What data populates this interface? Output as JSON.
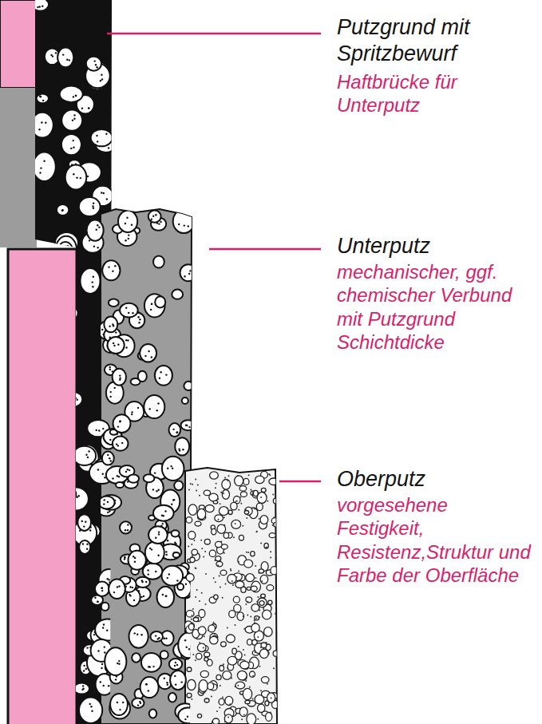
{
  "diagram": {
    "labels": [
      "Putzgrund mit Spritzbewurf",
      "Haftbrücke für Unterputz",
      "Unterputz",
      "mechanischer, ggf. chemischer Verbund mit Putzgrund Schichtdicke",
      "Oberputz",
      "vorgesehene Festigkeit, Resistenz,Struktur und Farbe der Oberfläche"
    ]
  }
}
